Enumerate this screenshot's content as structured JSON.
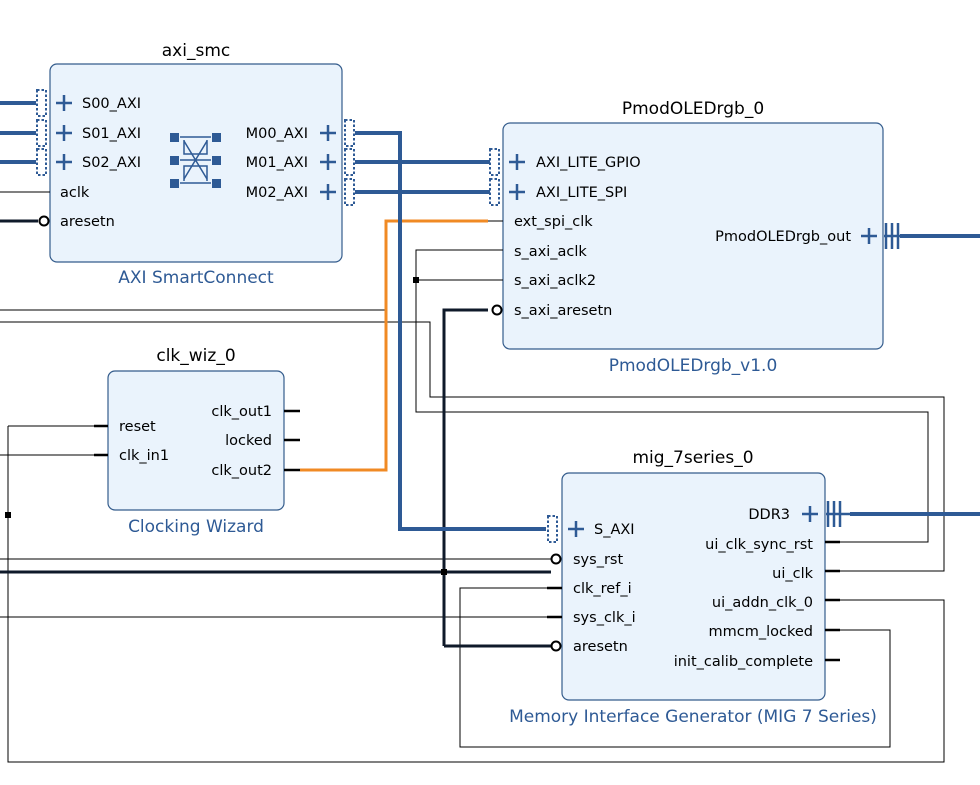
{
  "blocks": {
    "axi_smc": {
      "instance": "axi_smc",
      "ip": "AXI SmartConnect",
      "left_ports": [
        "S00_AXI",
        "S01_AXI",
        "S02_AXI",
        "aclk",
        "aresetn"
      ],
      "right_ports": [
        "M00_AXI",
        "M01_AXI",
        "M02_AXI"
      ]
    },
    "pmod": {
      "instance": "PmodOLEDrgb_0",
      "ip": "PmodOLEDrgb_v1.0",
      "left_ports": [
        "AXI_LITE_GPIO",
        "AXI_LITE_SPI",
        "ext_spi_clk",
        "s_axi_aclk",
        "s_axi_aclk2",
        "s_axi_aresetn"
      ],
      "right_ports": [
        "PmodOLEDrgb_out"
      ]
    },
    "clk_wiz": {
      "instance": "clk_wiz_0",
      "ip": "Clocking Wizard",
      "left_ports": [
        "reset",
        "clk_in1"
      ],
      "right_ports": [
        "clk_out1",
        "locked",
        "clk_out2"
      ]
    },
    "mig": {
      "instance": "mig_7series_0",
      "ip": "Memory Interface Generator (MIG 7 Series)",
      "left_ports": [
        "S_AXI",
        "sys_rst",
        "clk_ref_i",
        "sys_clk_i",
        "aresetn"
      ],
      "right_ports": [
        "DDR3",
        "ui_clk_sync_rst",
        "ui_clk",
        "ui_addn_clk_0",
        "mmcm_locked",
        "init_calib_complete"
      ]
    }
  },
  "colors": {
    "block_fill": "#eaf3fc",
    "block_border": "#345c8c",
    "bus": "#2e5a95",
    "net": "#000000",
    "highlight_net": "#f08a24",
    "ip_label": "#2e5a95"
  }
}
